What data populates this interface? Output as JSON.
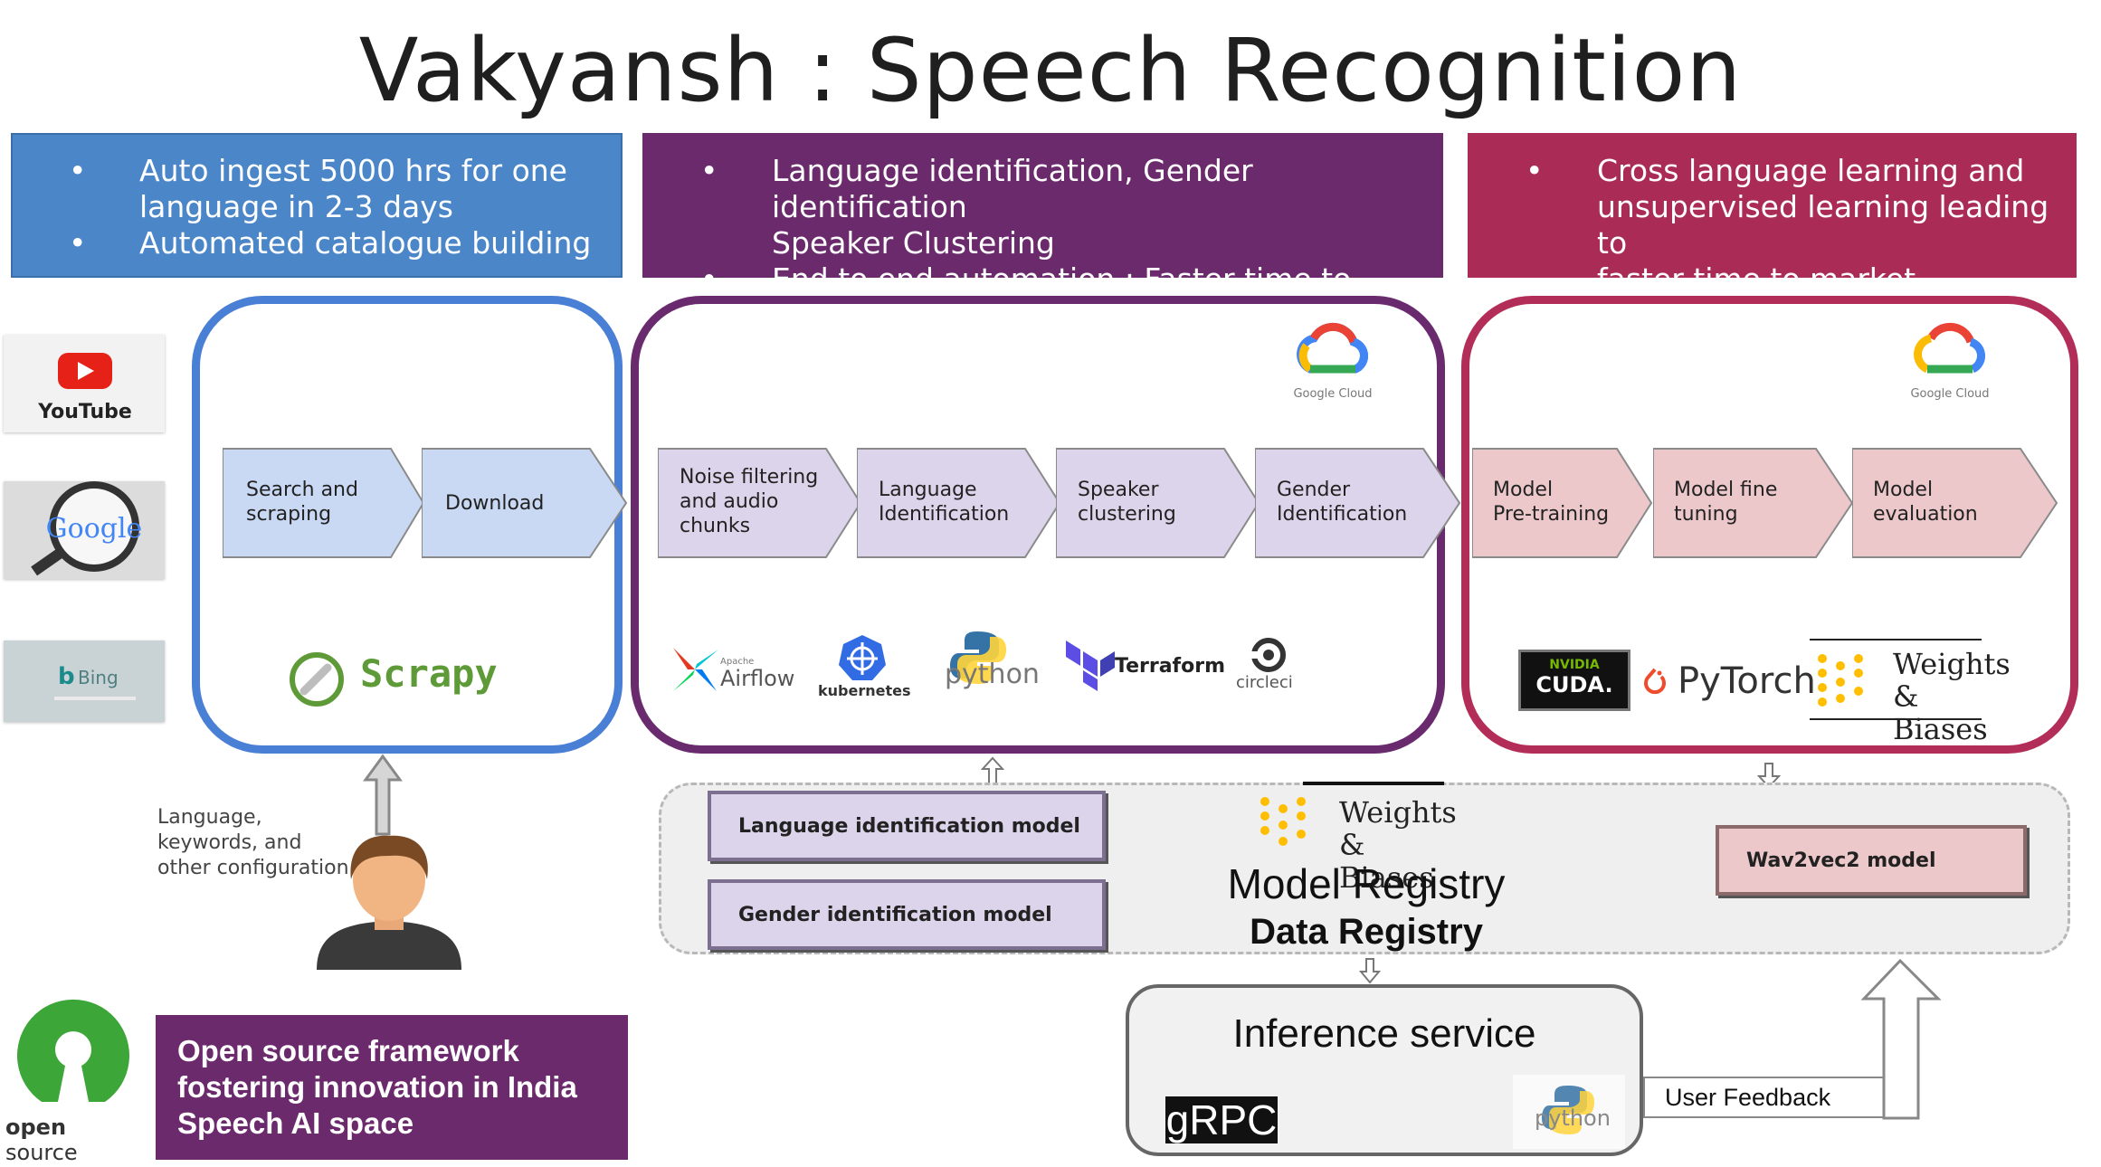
{
  "title": "Vakyansh : Speech Recognition",
  "banners": {
    "blue": [
      "Auto ingest 5000 hrs for one",
      "language in 2-3 days",
      "Automated catalogue building"
    ],
    "purple": [
      "Language identification, Gender identification",
      "Speaker Clustering",
      "End to end automation : Faster time to market"
    ],
    "red": [
      "Cross language learning and",
      "unsupervised learning leading to",
      "faster time to market"
    ]
  },
  "sources": [
    "YouTube",
    "Google",
    "Bing"
  ],
  "stage1": {
    "steps": [
      [
        "Search and",
        "scraping"
      ],
      [
        "Download"
      ]
    ],
    "tool": "Scrapy"
  },
  "stage2": {
    "steps": [
      [
        "Noise filtering",
        "and audio",
        "chunks"
      ],
      [
        "Language",
        "Identification"
      ],
      [
        "Speaker",
        "clustering"
      ],
      [
        "Gender",
        "Identification"
      ]
    ],
    "cloud_label": "Google Cloud",
    "tools": {
      "airflow_small": "Apache",
      "airflow": "Airflow",
      "kubernetes": "kubernetes",
      "python": "python",
      "terraform": "Terraform",
      "circleci": "circleci"
    }
  },
  "stage3": {
    "steps": [
      [
        "Model",
        "Pre-training"
      ],
      [
        "Model fine",
        "tuning"
      ],
      [
        "Model",
        "evaluation"
      ]
    ],
    "cloud_label": "Google Cloud",
    "tools": {
      "nvidia": "NVIDIA",
      "cuda": "CUDA.",
      "pytorch": "PyTorch",
      "wb1": "Weights",
      "wb2": "& Biases"
    }
  },
  "user_config": [
    "Language,",
    "keywords, and",
    "other configuration"
  ],
  "registry": {
    "models_left": [
      "Language identification model",
      "Gender identification model"
    ],
    "model_right": "Wav2vec2 model",
    "wb1": "Weights",
    "wb2": "& Biases",
    "title": "Model Registry",
    "subtitle": "Data Registry"
  },
  "inference": {
    "title": "Inference service",
    "grpc": "gRPC",
    "python": "python",
    "feedback": "User Feedback"
  },
  "open_source": {
    "logo_bold": "open",
    "logo_rest": " source",
    "banner": [
      "Open source framework",
      "fostering innovation in India",
      "Speech AI space"
    ]
  },
  "colors": {
    "blue": "#4a86c8",
    "purple": "#6b2a6c",
    "red": "#aa2c56"
  }
}
